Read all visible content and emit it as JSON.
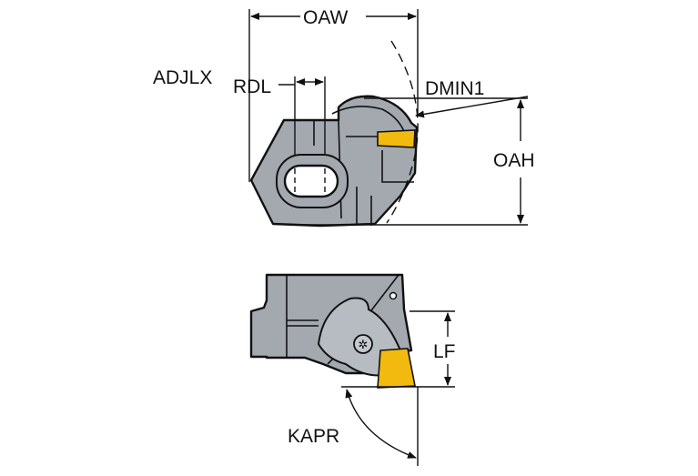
{
  "labels": {
    "oaw": "OAW",
    "adjlx": "ADJLX",
    "rdl": "RDL",
    "dmin1": "DMIN1",
    "oah": "OAH",
    "lf": "LF",
    "kapr": "KAPR"
  },
  "colors": {
    "body": "#a3a9af",
    "insert": "#f2b90f",
    "line": "#111111"
  }
}
